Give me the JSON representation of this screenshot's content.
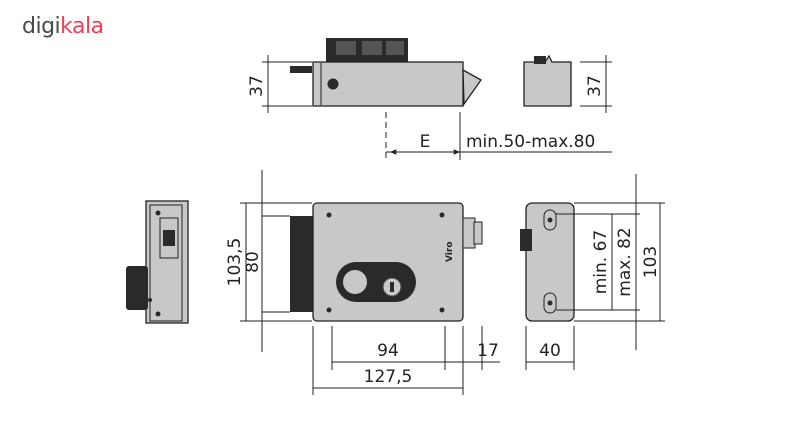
{
  "logo": {
    "part1": "digi",
    "part2": "kala"
  },
  "brand": "Viro",
  "dimensions": {
    "top_height": "37",
    "side_height": "37",
    "e_label": "E",
    "range": "min.50-max.80",
    "front_outer_height": "103,5",
    "front_inner_height": "80",
    "width_94": "94",
    "width_17": "17",
    "width_127": "127,5",
    "side_min": "min. 67",
    "side_max": "max. 82",
    "side_103": "103",
    "side_40": "40"
  },
  "colors": {
    "body": "#c8c8c8",
    "dark": "#2a2a2a",
    "line": "#222222",
    "accent": "#ef3f56"
  }
}
